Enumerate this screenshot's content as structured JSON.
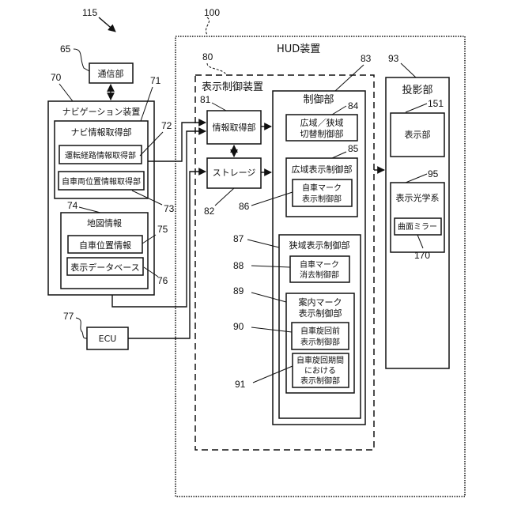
{
  "figure": {
    "reference_number": "115"
  },
  "communication_unit": {
    "ref": "65",
    "label": "通信部"
  },
  "navigation_device": {
    "ref": "70",
    "label": "ナビゲーション装置",
    "nav_info_acquisition": {
      "ref": "71",
      "label": "ナビ情報取得部",
      "route_info": {
        "ref": "72",
        "label": "運転経路情報取得部"
      },
      "vehicle_position_info": {
        "ref": "73",
        "label": "自車両位置情報取得部"
      }
    },
    "map_info": {
      "ref": "74",
      "label": "地図情報",
      "own_position": {
        "ref": "75",
        "label": "自車位置情報"
      },
      "display_database": {
        "ref": "76",
        "label": "表示データベース"
      }
    }
  },
  "ecu": {
    "ref": "77",
    "label": "ECU"
  },
  "hud_device": {
    "ref": "100",
    "label": "HUD装置",
    "display_control_device": {
      "ref": "80",
      "label": "表示制御装置",
      "info_acquisition": {
        "ref": "81",
        "label": "情報取得部"
      },
      "storage": {
        "ref": "82",
        "label": "ストレージ"
      },
      "control_unit": {
        "ref": "83",
        "label": "制御部",
        "switch_control": {
          "ref": "84",
          "line1": "広域／狭域",
          "line2": "切替制御部"
        },
        "wide_display_control": {
          "ref": "85",
          "label": "広域表示制御部",
          "own_mark_display": {
            "ref": "86",
            "line1": "自車マーク",
            "line2": "表示制御部"
          }
        },
        "narrow_display_control": {
          "ref": "87",
          "label": "狭域表示制御部",
          "own_mark_erase": {
            "ref": "88",
            "line1": "自車マーク",
            "line2": "消去制御部"
          },
          "guide_mark_display": {
            "ref": "89",
            "line1": "案内マーク",
            "line2": "表示制御部",
            "before_turn": {
              "ref": "90",
              "line1": "自車旋回前",
              "line2": "表示制御部"
            },
            "during_turn": {
              "ref": "91",
              "line1": "自車旋回期間",
              "line2": "における",
              "line3": "表示制御部"
            }
          }
        }
      }
    },
    "projection_unit": {
      "ref": "93",
      "label": "投影部",
      "display_unit": {
        "ref": "151",
        "label": "表示部"
      },
      "optical_system": {
        "ref": "95",
        "label": "表示光学系",
        "curved_mirror": {
          "ref": "170",
          "label": "曲面ミラー"
        }
      }
    }
  }
}
